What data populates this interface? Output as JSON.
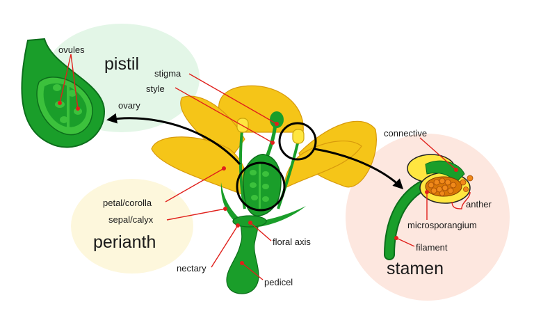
{
  "groups": {
    "pistil": "pistil",
    "perianth": "perianth",
    "stamen": "stamen"
  },
  "labels": {
    "ovules": "ovules",
    "ovary": "ovary",
    "stigma": "stigma",
    "style": "style",
    "petal_corolla": "petal/corolla",
    "sepal_calyx": "sepal/calyx",
    "floral_axis": "floral axis",
    "nectary": "nectary",
    "pedicel": "pedicel",
    "connective": "connective",
    "anther": "anther",
    "microsporangium": "microsporangium",
    "filament": "filament"
  },
  "colors": {
    "petal": "#f5c518",
    "petal_dark": "#d89a0c",
    "green": "#1a9e2a",
    "green_light": "#3cc13c",
    "green_dark": "#0c6e1b",
    "leader": "#e0201b",
    "pistil_bubble": "#e3f6e7",
    "perianth_bubble": "#fdf7dc",
    "stamen_bubble": "#fde7df"
  }
}
